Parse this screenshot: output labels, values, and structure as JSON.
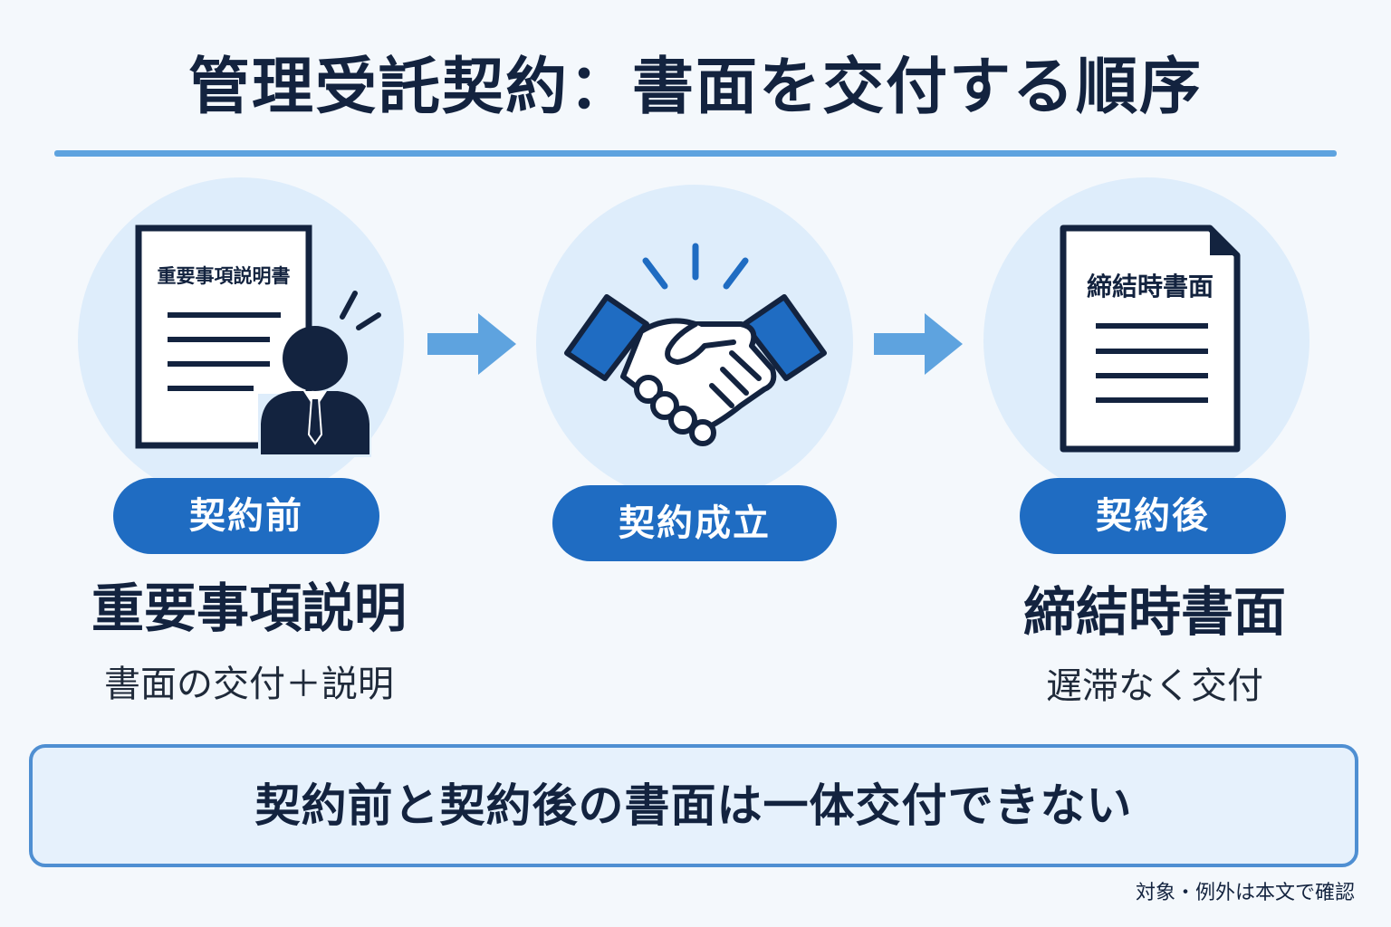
{
  "title": "管理受託契約：書面を交付する順序",
  "steps": [
    {
      "label": "契約前",
      "doc_label": "重要事項説明書",
      "heading": "重要事項説明",
      "sub": "書面の交付＋説明",
      "icon": "document-with-person-icon"
    },
    {
      "label": "契約成立",
      "icon": "handshake-icon"
    },
    {
      "label": "契約後",
      "doc_label": "締結時書面",
      "heading": "締結時書面",
      "sub": "遅滞なく交付",
      "icon": "document-icon"
    }
  ],
  "note": "契約前と契約後の書面は一体交付できない",
  "footnote": "対象・例外は本文で確認",
  "colors": {
    "navy": "#13233f",
    "accent_blue": "#1f6cc2",
    "light_blue": "#5ea3df",
    "circle_bg": "#deedfb",
    "box_bg": "#e6f1fc"
  }
}
